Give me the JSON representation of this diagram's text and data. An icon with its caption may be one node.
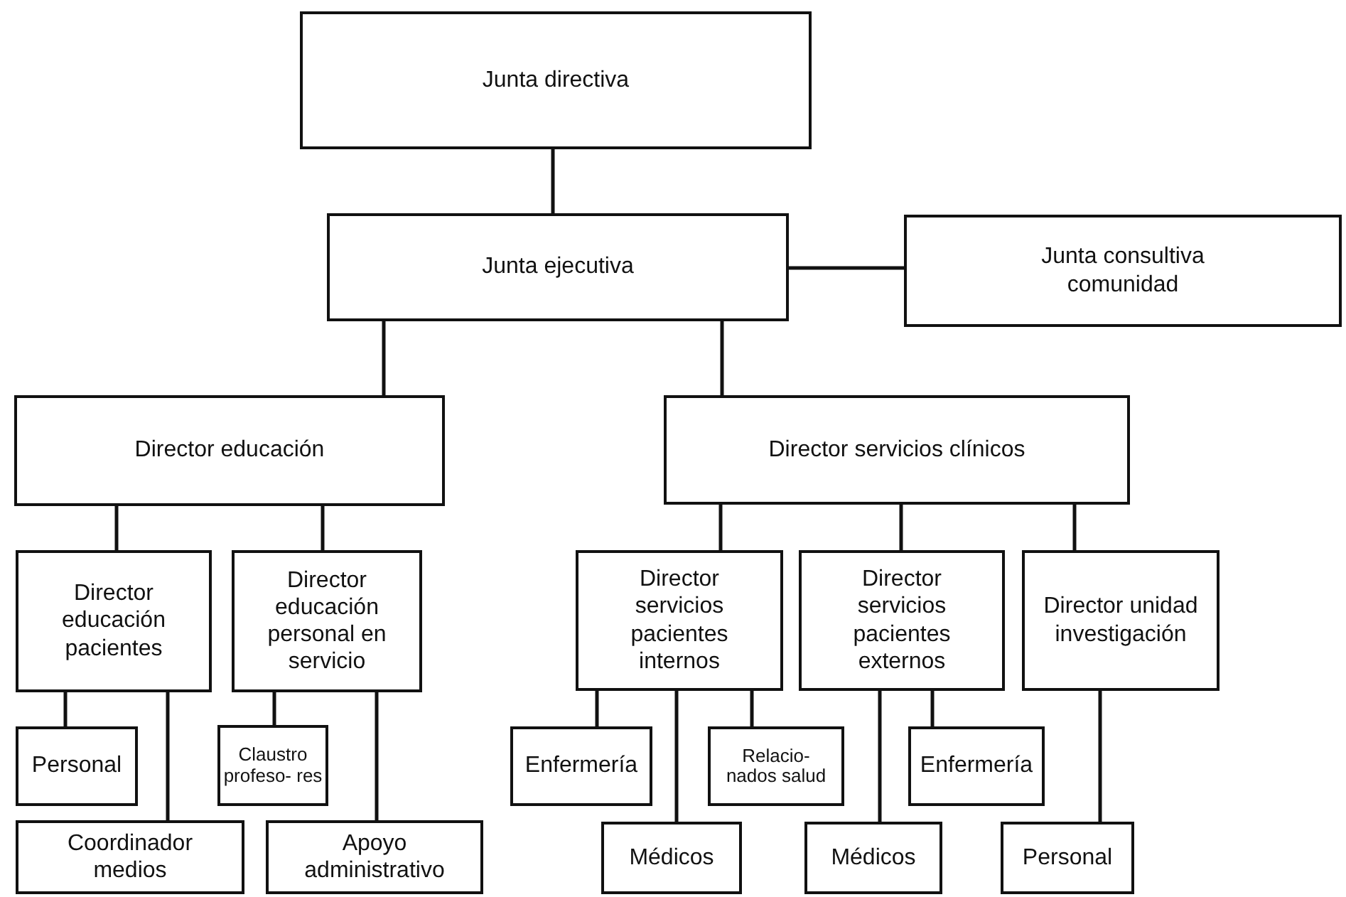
{
  "diagram": {
    "nodes": [
      {
        "text": [
          "Junta directiva"
        ]
      },
      {
        "text": [
          "Junta ejecutiva"
        ]
      },
      {
        "text": [
          "Junta consultiva comunidad"
        ]
      },
      {
        "text": [
          "Director educación"
        ]
      },
      {
        "text": [
          "Director servicios clínicos"
        ]
      },
      {
        "text": [
          "Director educación pacientes"
        ]
      },
      {
        "text": [
          "Director educación personal en servicio"
        ]
      },
      {
        "text": [
          "Director servicios pacientes internos"
        ]
      },
      {
        "text": [
          "Director servicios pacientes externos"
        ]
      },
      {
        "text": [
          "Director unidad investigación"
        ]
      },
      {
        "text": [
          "Personal"
        ]
      },
      {
        "text": [
          "Coordinador medios"
        ]
      },
      {
        "text": [
          "Claustro profeso- res"
        ]
      },
      {
        "text": [
          "Apoyo administrativo"
        ]
      },
      {
        "text": [
          "Enfermería"
        ]
      },
      {
        "text": [
          "Médicos"
        ]
      },
      {
        "text": [
          "Relacio- nados salud"
        ]
      },
      {
        "text": [
          "Médicos"
        ]
      },
      {
        "text": [
          "Enfermería"
        ]
      },
      {
        "text": [
          "Personal"
        ]
      }
    ],
    "edges": [
      {
        "from": 0,
        "to": 1,
        "arrow": "none"
      },
      {
        "from": 1,
        "to": 2,
        "arrow": "none"
      },
      {
        "from": 1,
        "to": 3,
        "arrow": "none"
      },
      {
        "from": 1,
        "to": 4,
        "arrow": "none"
      },
      {
        "from": 3,
        "to": 5,
        "arrow": "none"
      },
      {
        "from": 3,
        "to": 6,
        "arrow": "none"
      },
      {
        "from": 4,
        "to": 7,
        "arrow": "none"
      },
      {
        "from": 4,
        "to": 8,
        "arrow": "none"
      },
      {
        "from": 4,
        "to": 9,
        "arrow": "none"
      },
      {
        "from": 5,
        "to": 10,
        "arrow": "none"
      },
      {
        "from": 5,
        "to": 11,
        "arrow": "none"
      },
      {
        "from": 6,
        "to": 12,
        "arrow": "none"
      },
      {
        "from": 6,
        "to": 13,
        "arrow": "none"
      },
      {
        "from": 7,
        "to": 14,
        "arrow": "none"
      },
      {
        "from": 7,
        "to": 15,
        "arrow": "none"
      },
      {
        "from": 7,
        "to": 16,
        "arrow": "none"
      },
      {
        "from": 8,
        "to": 17,
        "arrow": "none"
      },
      {
        "from": 8,
        "to": 18,
        "arrow": "none"
      },
      {
        "from": 9,
        "to": 19,
        "arrow": "none"
      }
    ]
  }
}
